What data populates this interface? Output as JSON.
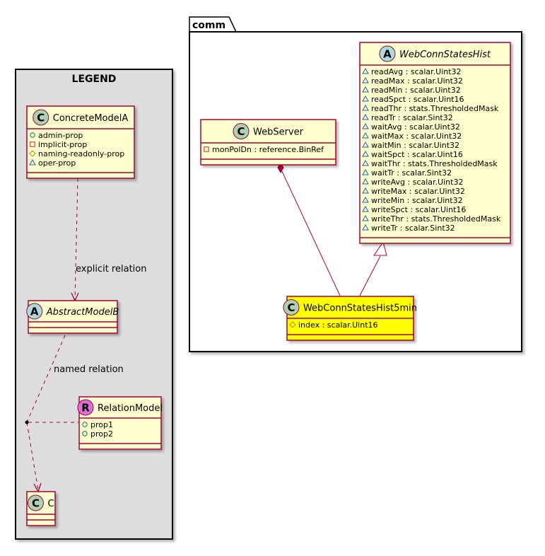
{
  "legend": {
    "title": "LEGEND",
    "classes": {
      "concrete_a": {
        "name": "ConcreteModelA",
        "stereotype": "C",
        "attributes": [
          {
            "vis": "+",
            "text": "admin-prop"
          },
          {
            "vis": "-",
            "text": "implicit-prop"
          },
          {
            "vis": "#",
            "text": "naming-readonly-prop"
          },
          {
            "vis": "~",
            "text": "oper-prop"
          }
        ]
      },
      "abstract_b": {
        "name": "AbstractModelB",
        "stereotype": "A",
        "attributes": []
      },
      "relation_model": {
        "name": "RelationModel",
        "stereotype": "R",
        "attributes": [
          {
            "vis": "+",
            "text": "prop1"
          },
          {
            "vis": "+",
            "text": "prop2"
          }
        ]
      },
      "c": {
        "name": "C",
        "stereotype": "C",
        "attributes": []
      }
    },
    "relations": {
      "explicit": "explicit relation",
      "named": "named relation"
    }
  },
  "comm": {
    "title": "comm",
    "classes": {
      "web_server": {
        "name": "WebServer",
        "stereotype": "C",
        "attributes": [
          {
            "vis": "-",
            "text": "monPolDn : reference.BinRef"
          }
        ]
      },
      "web_conn_states_hist": {
        "name": "WebConnStatesHist",
        "stereotype": "A",
        "attributes": [
          {
            "vis": "~",
            "text": "readAvg : scalar.Uint32"
          },
          {
            "vis": "~",
            "text": "readMax : scalar.Uint32"
          },
          {
            "vis": "~",
            "text": "readMin : scalar.Uint32"
          },
          {
            "vis": "~",
            "text": "readSpct : scalar.Uint16"
          },
          {
            "vis": "~",
            "text": "readThr : stats.ThresholdedMask"
          },
          {
            "vis": "~",
            "text": "readTr : scalar.Sint32"
          },
          {
            "vis": "~",
            "text": "waitAvg : scalar.Uint32"
          },
          {
            "vis": "~",
            "text": "waitMax : scalar.Uint32"
          },
          {
            "vis": "~",
            "text": "waitMin : scalar.Uint32"
          },
          {
            "vis": "~",
            "text": "waitSpct : scalar.Uint16"
          },
          {
            "vis": "~",
            "text": "waitThr : stats.ThresholdedMask"
          },
          {
            "vis": "~",
            "text": "waitTr : scalar.Sint32"
          },
          {
            "vis": "~",
            "text": "writeAvg : scalar.Uint32"
          },
          {
            "vis": "~",
            "text": "writeMax : scalar.Uint32"
          },
          {
            "vis": "~",
            "text": "writeMin : scalar.Uint32"
          },
          {
            "vis": "~",
            "text": "writeSpct : scalar.Uint16"
          },
          {
            "vis": "~",
            "text": "writeThr : stats.ThresholdedMask"
          },
          {
            "vis": "~",
            "text": "writeTr : scalar.Sint32"
          }
        ]
      },
      "web_conn_states_hist_5min": {
        "name": "WebConnStatesHist5min",
        "stereotype": "C",
        "attributes": [
          {
            "vis": "#",
            "text": "index : scalar.Uint16"
          }
        ]
      }
    }
  },
  "colors": {
    "class_fill": "#FEFECE",
    "class_border": "#A80036",
    "highlight_fill": "#FFFF00",
    "legend_fill": "#DDDDDD",
    "package_fill": "#FFFFFF",
    "circle_c": "#ADD1B2",
    "circle_a": "#A9DCDF",
    "circle_r": "#DA70D6",
    "link": "#A80036"
  }
}
